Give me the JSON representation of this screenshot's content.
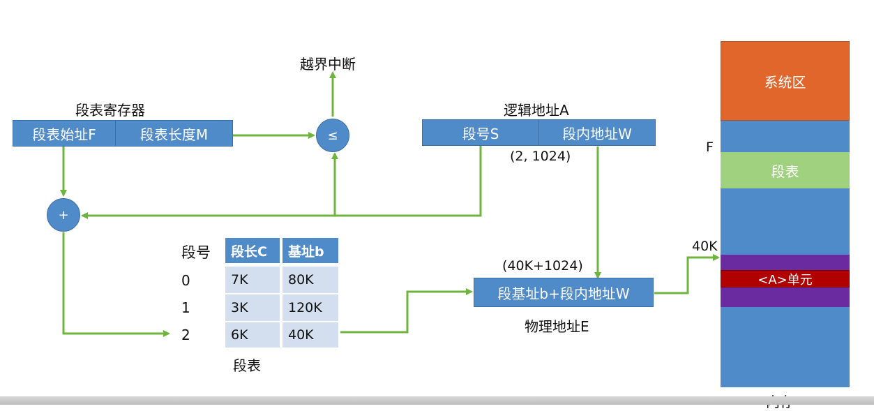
{
  "interrupt_label": "越界中断",
  "seg_register": {
    "title": "段表寄存器",
    "field_start": "段表始址F",
    "field_length": "段表长度M"
  },
  "compare_symbol": "≤",
  "add_symbol": "+",
  "logical_address": {
    "title": "逻辑地址A",
    "field_segment": "段号S",
    "field_offset": "段内地址W",
    "value": "(2, 1024)"
  },
  "segment_table": {
    "caption": "段表",
    "index_header": "段号",
    "columns": [
      "段长C",
      "基址b"
    ],
    "rows": [
      {
        "index": "0",
        "length": "7K",
        "base": "80K"
      },
      {
        "index": "1",
        "length": "3K",
        "base": "120K"
      },
      {
        "index": "2",
        "length": "6K",
        "base": "40K"
      }
    ]
  },
  "physical_address": {
    "value": "(40K+1024)",
    "formula": "段基址b+段内地址W",
    "title": "物理地址E"
  },
  "memory": {
    "caption": "内存",
    "system_area": "系统区",
    "segment_table": "段表",
    "unit_a": "<A>单元",
    "label_f": "F",
    "label_40k": "40K"
  },
  "colors": {
    "box_blue": "#4f8ac9",
    "arrow_green": "#6fb43f",
    "system_orange": "#e0662b",
    "segtable_green": "#9fd17f",
    "segment_purple": "#6a2aa0",
    "unit_red": "#b00000"
  }
}
